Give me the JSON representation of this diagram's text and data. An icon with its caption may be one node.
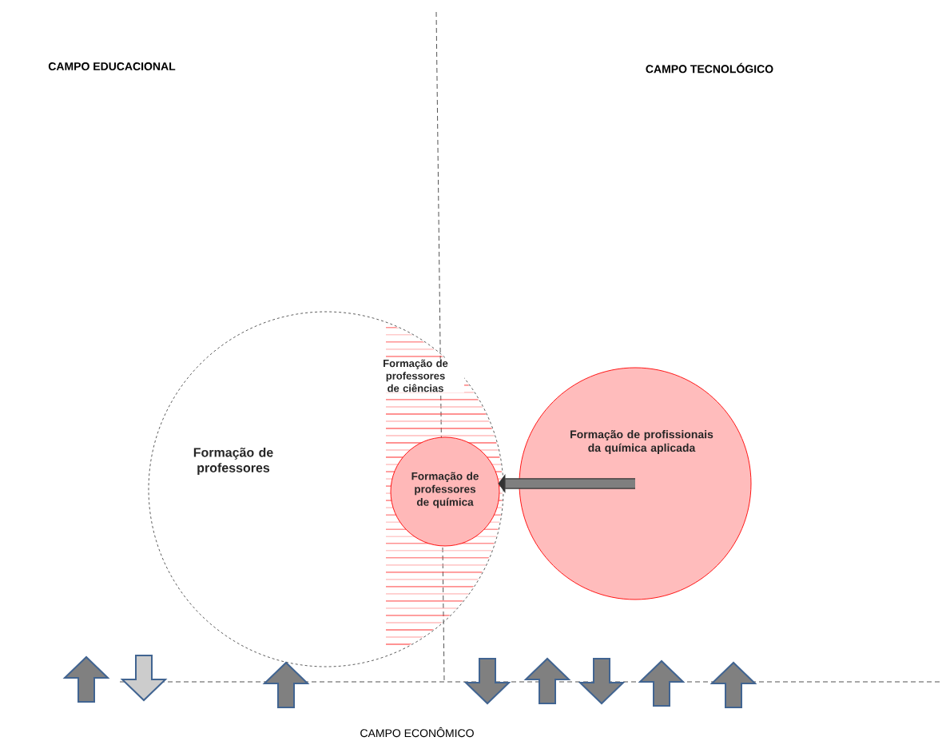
{
  "diagram": {
    "nodes": [
      {
        "text": [
          "Formação de professores"
        ]
      },
      {
        "text": [
          "Formação de professores de ciências"
        ],
        "in": 0
      },
      {
        "text": [
          "Formação de professores de química"
        ],
        "in": 1
      },
      {
        "text": [
          "Formação de profissionais da química aplicada"
        ]
      }
    ],
    "edges": [
      {
        "from": 3,
        "to": 2,
        "arrow": "to"
      }
    ],
    "labels": [
      "CAMPO EDUCACIONAL",
      "CAMPO TECNOLÓGICO",
      "CAMPO ECONÔMICO"
    ]
  }
}
